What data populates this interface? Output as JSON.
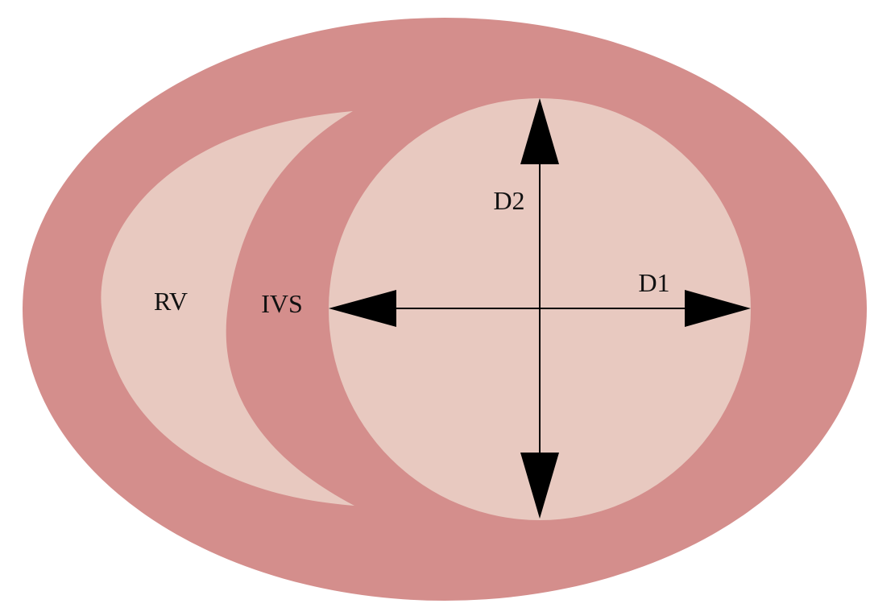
{
  "labels": {
    "rv": "RV",
    "ivs": "IVS",
    "d1": "D1",
    "d2": "D2"
  },
  "colors": {
    "background": "#ffffff",
    "myocardium": "#d48e8c",
    "cavity": "#e8c9c0",
    "arrow": "#000000",
    "text": "#111111"
  }
}
